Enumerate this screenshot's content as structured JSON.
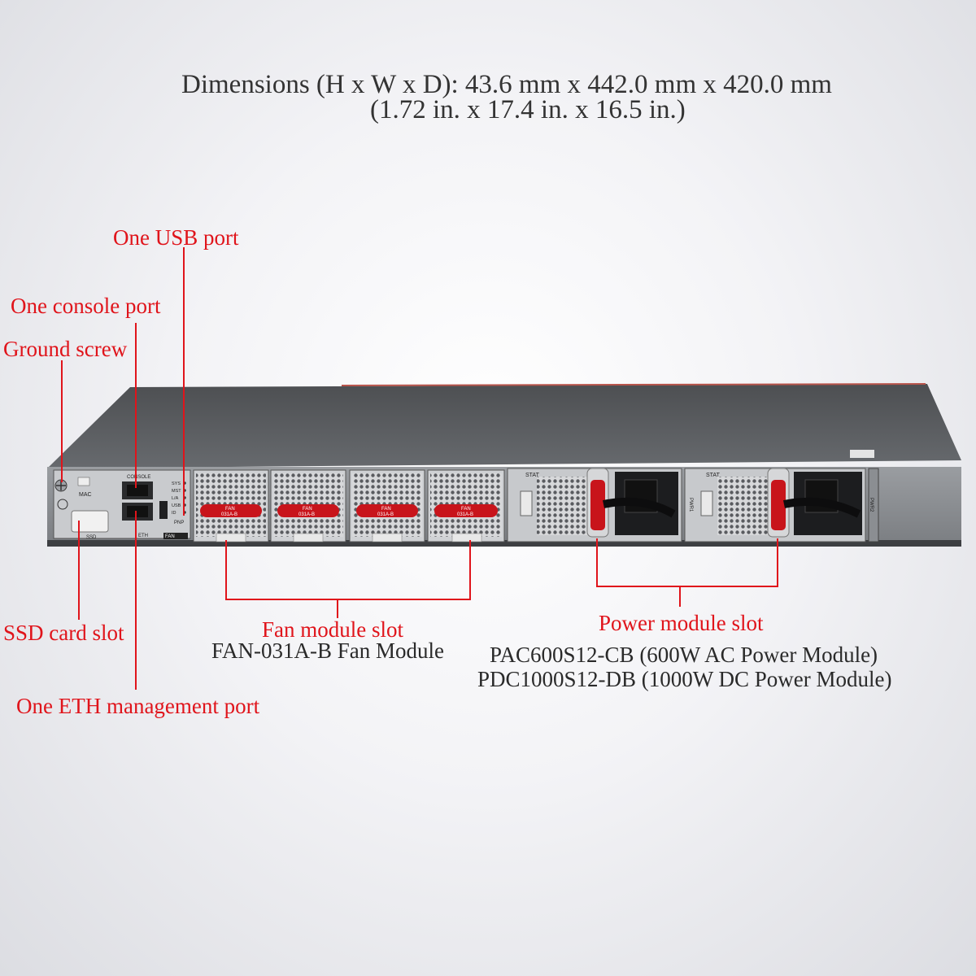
{
  "header": {
    "dimensions_line": "Dimensions (H x W x D):  43.6 mm x 442.0 mm x 420.0 mm",
    "inches_line": "(1.72 in. x 17.4 in. x 16.5 in.)"
  },
  "callouts": {
    "usb": "One USB port",
    "console": "One console port",
    "ground": "Ground screw",
    "ssd": "SSD card slot",
    "eth": "One ETH management port",
    "fan_title": "Fan module slot",
    "fan_model": "FAN-031A-B Fan Module",
    "power_title": "Power module slot",
    "power_ac": "PAC600S12-CB (600W AC Power Module)",
    "power_dc": "PDC1000S12-DB (1000W DC Power Module)"
  },
  "panel": {
    "mac": "MAC",
    "console": "CONSOLE",
    "ssd": "SSD",
    "eth": "ETH",
    "pnp": "PNP",
    "fan_badge": "FAN",
    "fan_label_top": "FAN",
    "fan_label_bottom": "031A-B",
    "stat": "STAT",
    "pwr1": "PWR1",
    "pwr2": "PWR2",
    "leds": [
      "SYS",
      "MST",
      "L/A",
      "USB",
      "ID"
    ]
  },
  "colors": {
    "accent_red": "#e0141b",
    "chassis": "#5d5f62",
    "faceplate": "#8a8d91"
  }
}
